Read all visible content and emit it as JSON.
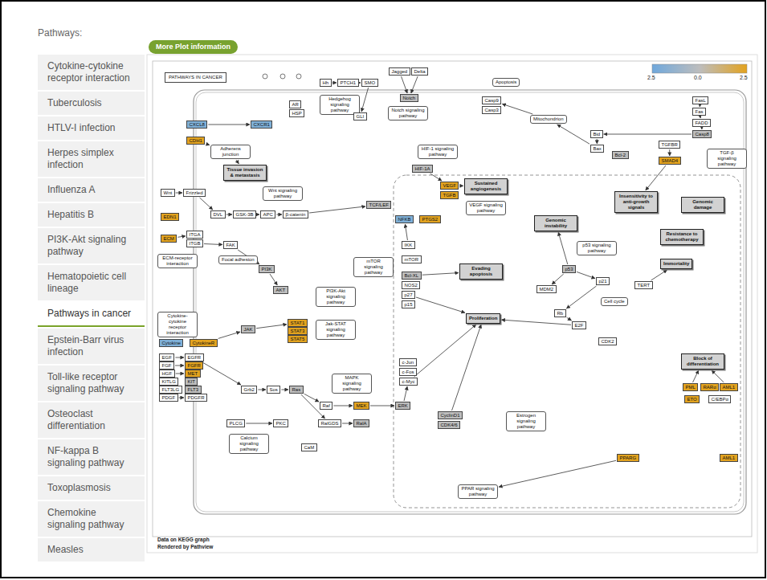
{
  "diagram": {
    "title": "Pathways:",
    "nodes": [
      {
        "text": [
          "More Plot information"
        ]
      },
      {
        "text": [
          "Cytokine-cytokine receptor interaction"
        ]
      },
      {
        "text": [
          "Tuberculosis"
        ]
      },
      {
        "text": [
          "HTLV-I infection"
        ]
      },
      {
        "text": [
          "Herpes simplex infection"
        ]
      },
      {
        "text": [
          "Influenza A"
        ]
      },
      {
        "text": [
          "Hepatitis B"
        ]
      },
      {
        "text": [
          "PI3K-Akt signaling pathway"
        ]
      },
      {
        "text": [
          "Hematopoietic cell lineage"
        ]
      },
      {
        "text": [
          "Pathways in cancer"
        ]
      },
      {
        "text": [
          "Epstein-Barr virus infection"
        ]
      },
      {
        "text": [
          "Toll-like receptor signaling pathway"
        ]
      },
      {
        "text": [
          "Osteoclast differentiation"
        ]
      },
      {
        "text": [
          "NF-kappa B signaling pathway"
        ]
      },
      {
        "text": [
          "Toxoplasmosis"
        ]
      },
      {
        "text": [
          "Chemokine signaling pathway"
        ]
      },
      {
        "text": [
          "Measles"
        ]
      },
      {
        "text": [
          "PATHWAYS IN CANCER"
        ]
      },
      {
        "text": [
          "Adherens junction"
        ]
      },
      {
        "text": [
          "Tissue invasion & metastasis"
        ]
      },
      {
        "text": [
          "Wnt signaling pathway"
        ]
      },
      {
        "text": [
          "Focal adhesion"
        ]
      },
      {
        "text": [
          "ECM-receptor interaction"
        ]
      },
      {
        "text": [
          "Cytokine-cytokine receptor interaction"
        ]
      },
      {
        "text": [
          "PI3K-Akt signaling pathway"
        ]
      },
      {
        "text": [
          "Jak-STAT signaling pathway"
        ]
      },
      {
        "text": [
          "mTOR signaling pathway"
        ]
      },
      {
        "text": [
          "MAPK signaling pathway"
        ]
      },
      {
        "text": [
          "Calcium signaling pathway"
        ]
      },
      {
        "text": [
          "Hedgehog signaling pathway"
        ]
      },
      {
        "text": [
          "Notch signaling pathway"
        ]
      },
      {
        "text": [
          "HIF-1 signaling pathway"
        ]
      },
      {
        "text": [
          "VEGF signaling pathway"
        ]
      },
      {
        "text": [
          "Sustained angiogenesis"
        ]
      },
      {
        "text": [
          "Evading apoptosis"
        ]
      },
      {
        "text": [
          "Proliferation"
        ]
      },
      {
        "text": [
          "Apoptosis"
        ]
      },
      {
        "text": [
          "Mitochondrion"
        ]
      },
      {
        "text": [
          "Genomic instability"
        ]
      },
      {
        "text": [
          "p53 signaling pathway"
        ]
      },
      {
        "text": [
          "Resistance to chemotherapy"
        ]
      },
      {
        "text": [
          "Immortality"
        ]
      },
      {
        "text": [
          "Insensitivity to anti-growth signals"
        ]
      },
      {
        "text": [
          "Genomic damage"
        ]
      },
      {
        "text": [
          "TGF-β signaling pathway"
        ]
      },
      {
        "text": [
          "Cell cycle"
        ]
      },
      {
        "text": [
          "Block of differentiation"
        ]
      },
      {
        "text": [
          "Estrogen signaling pathway"
        ]
      },
      {
        "text": [
          "PPAR signaling pathway"
        ]
      },
      {
        "text": [
          "AR"
        ]
      },
      {
        "text": [
          "HSP"
        ]
      },
      {
        "text": [
          "Hh"
        ]
      },
      {
        "text": [
          "PTCH1"
        ]
      },
      {
        "text": [
          "SMO"
        ]
      },
      {
        "text": [
          "Jagged"
        ]
      },
      {
        "text": [
          "Delta"
        ]
      },
      {
        "text": [
          "Notch"
        ]
      },
      {
        "text": [
          "GLI"
        ]
      },
      {
        "text": [
          "CXCL8"
        ]
      },
      {
        "text": [
          "CXCR1"
        ]
      },
      {
        "text": [
          "CDH1"
        ]
      },
      {
        "text": [
          "Wnt"
        ]
      },
      {
        "text": [
          "Frizzled"
        ]
      },
      {
        "text": [
          "DVL"
        ]
      },
      {
        "text": [
          "GSK-3B"
        ]
      },
      {
        "text": [
          "APC"
        ]
      },
      {
        "text": [
          "β-catenin"
        ]
      },
      {
        "text": [
          "TCF/LEF"
        ]
      },
      {
        "text": [
          "EDN1"
        ]
      },
      {
        "text": [
          "ECM"
        ]
      },
      {
        "text": [
          "ITGA"
        ]
      },
      {
        "text": [
          "ITGB"
        ]
      },
      {
        "text": [
          "FAK"
        ]
      },
      {
        "text": [
          "PI3K"
        ]
      },
      {
        "text": [
          "AKT"
        ]
      },
      {
        "text": [
          "mTOR"
        ]
      },
      {
        "text": [
          "IKK"
        ]
      },
      {
        "text": [
          "NFKB"
        ]
      },
      {
        "text": [
          "PTGS2"
        ]
      },
      {
        "text": [
          "Bcl-XL"
        ]
      },
      {
        "text": [
          "NOS2"
        ]
      },
      {
        "text": [
          "p27"
        ]
      },
      {
        "text": [
          "p15"
        ]
      },
      {
        "text": [
          "STAT1"
        ]
      },
      {
        "text": [
          "STAT3"
        ]
      },
      {
        "text": [
          "STAT5"
        ]
      },
      {
        "text": [
          "Cytokine"
        ]
      },
      {
        "text": [
          "CytokineR"
        ]
      },
      {
        "text": [
          "JAK"
        ]
      },
      {
        "text": [
          "EGF"
        ]
      },
      {
        "text": [
          "EGFR"
        ]
      },
      {
        "text": [
          "FGF"
        ]
      },
      {
        "text": [
          "FGFR"
        ]
      },
      {
        "text": [
          "HGF"
        ]
      },
      {
        "text": [
          "MET"
        ]
      },
      {
        "text": [
          "KITLG"
        ]
      },
      {
        "text": [
          "KIT"
        ]
      },
      {
        "text": [
          "FLT3LG"
        ]
      },
      {
        "text": [
          "FLT3"
        ]
      },
      {
        "text": [
          "PDGF"
        ]
      },
      {
        "text": [
          "PDGFR"
        ]
      },
      {
        "text": [
          "Grb2"
        ]
      },
      {
        "text": [
          "Sos"
        ]
      },
      {
        "text": [
          "Ras"
        ]
      },
      {
        "text": [
          "Raf"
        ]
      },
      {
        "text": [
          "MEK"
        ]
      },
      {
        "text": [
          "ERK"
        ]
      },
      {
        "text": [
          "PLCG"
        ]
      },
      {
        "text": [
          "PKC"
        ]
      },
      {
        "text": [
          "CaM"
        ]
      },
      {
        "text": [
          "RalGDS"
        ]
      },
      {
        "text": [
          "RalA"
        ]
      },
      {
        "text": [
          "c-Jun"
        ]
      },
      {
        "text": [
          "c-Fos"
        ]
      },
      {
        "text": [
          "c-Myc"
        ]
      },
      {
        "text": [
          "CyclinD1"
        ]
      },
      {
        "text": [
          "CDK4/6"
        ]
      },
      {
        "text": [
          "VEGF"
        ]
      },
      {
        "text": [
          "TGFB"
        ]
      },
      {
        "text": [
          "HIF-1A"
        ]
      },
      {
        "text": [
          "FasL"
        ]
      },
      {
        "text": [
          "Fas"
        ]
      },
      {
        "text": [
          "FADD"
        ]
      },
      {
        "text": [
          "Casp8"
        ]
      },
      {
        "text": [
          "Bid"
        ]
      },
      {
        "text": [
          "Bax"
        ]
      },
      {
        "text": [
          "Bcl-2"
        ]
      },
      {
        "text": [
          "Casp9"
        ]
      },
      {
        "text": [
          "Casp3"
        ]
      },
      {
        "text": [
          "p53"
        ]
      },
      {
        "text": [
          "MDM2"
        ]
      },
      {
        "text": [
          "p21"
        ]
      },
      {
        "text": [
          "TERT"
        ]
      },
      {
        "text": [
          "Rb"
        ]
      },
      {
        "text": [
          "E2F"
        ]
      },
      {
        "text": [
          "CDK2"
        ]
      },
      {
        "text": [
          "PML"
        ]
      },
      {
        "text": [
          "RARα"
        ]
      },
      {
        "text": [
          "AML1"
        ]
      },
      {
        "text": [
          "ETO"
        ]
      },
      {
        "text": [
          "C/EBPα"
        ]
      },
      {
        "text": [
          "AML1"
        ]
      },
      {
        "text": [
          "PPARG"
        ]
      },
      {
        "text": [
          "TGFBR"
        ]
      },
      {
        "text": [
          "SMAD4"
        ]
      }
    ],
    "edges": [
      {
        "from": 58,
        "to": 59,
        "arrow": "to"
      },
      {
        "from": 60,
        "to": 18,
        "arrow": "to"
      },
      {
        "from": 18,
        "to": 19,
        "arrow": "to"
      },
      {
        "from": 61,
        "to": 62,
        "arrow": "to"
      },
      {
        "from": 62,
        "to": 63,
        "arrow": "to"
      },
      {
        "from": 63,
        "to": 64,
        "arrow": "to"
      },
      {
        "from": 64,
        "to": 65,
        "arrow": "to"
      },
      {
        "from": 65,
        "to": 66,
        "arrow": "to"
      },
      {
        "from": 66,
        "to": 67,
        "arrow": "to"
      },
      {
        "from": 69,
        "to": 70,
        "arrow": "to"
      },
      {
        "from": 71,
        "to": 72,
        "arrow": "to"
      },
      {
        "from": 72,
        "to": 73,
        "arrow": "to"
      },
      {
        "from": 73,
        "to": 74,
        "arrow": "to"
      },
      {
        "from": 87,
        "to": 88,
        "arrow": "to"
      },
      {
        "from": 88,
        "to": 83,
        "arrow": "to"
      },
      {
        "from": 89,
        "to": 90,
        "arrow": "to"
      },
      {
        "from": 91,
        "to": 92,
        "arrow": "to"
      },
      {
        "from": 93,
        "to": 94,
        "arrow": "to"
      },
      {
        "from": 99,
        "to": 100,
        "arrow": "to"
      },
      {
        "from": 90,
        "to": 101,
        "arrow": "to"
      },
      {
        "from": 101,
        "to": 102,
        "arrow": "to"
      },
      {
        "from": 102,
        "to": 103,
        "arrow": "to"
      },
      {
        "from": 103,
        "to": 104,
        "arrow": "to"
      },
      {
        "from": 104,
        "to": 105,
        "arrow": "to"
      },
      {
        "from": 105,
        "to": 106,
        "arrow": "to"
      },
      {
        "from": 106,
        "to": 114,
        "arrow": "to"
      },
      {
        "from": 114,
        "to": 35,
        "arrow": "to"
      },
      {
        "from": 115,
        "to": 35,
        "arrow": "to"
      },
      {
        "from": 81,
        "to": 35,
        "arrow": "to"
      },
      {
        "from": 79,
        "to": 34,
        "arrow": "to"
      },
      {
        "from": 103,
        "to": 110,
        "arrow": "to"
      },
      {
        "from": 110,
        "to": 111,
        "arrow": "to"
      },
      {
        "from": 107,
        "to": 108,
        "arrow": "to"
      },
      {
        "from": 51,
        "to": 52,
        "arrow": "to"
      },
      {
        "from": 52,
        "to": 53,
        "arrow": "to"
      },
      {
        "from": 53,
        "to": 57,
        "arrow": "to"
      },
      {
        "from": 54,
        "to": 56,
        "arrow": "to"
      },
      {
        "from": 55,
        "to": 56,
        "arrow": "to"
      },
      {
        "from": 119,
        "to": 117,
        "arrow": "to"
      },
      {
        "from": 117,
        "to": 33,
        "arrow": "to"
      },
      {
        "from": 120,
        "to": 121,
        "arrow": "to"
      },
      {
        "from": 121,
        "to": 122,
        "arrow": "to"
      },
      {
        "from": 122,
        "to": 123,
        "arrow": "to"
      },
      {
        "from": 123,
        "to": 124,
        "arrow": "to"
      },
      {
        "from": 124,
        "to": 125,
        "arrow": "to"
      },
      {
        "from": 125,
        "to": 37,
        "arrow": "to"
      },
      {
        "from": 37,
        "to": 127,
        "arrow": "to"
      },
      {
        "from": 143,
        "to": 144,
        "arrow": "to"
      },
      {
        "from": 144,
        "to": 42,
        "arrow": "to"
      },
      {
        "from": 129,
        "to": 130,
        "arrow": "to"
      },
      {
        "from": 129,
        "to": 131,
        "arrow": "to"
      },
      {
        "from": 129,
        "to": 38,
        "arrow": "to"
      },
      {
        "from": 131,
        "to": 133,
        "arrow": "to"
      },
      {
        "from": 133,
        "to": 134,
        "arrow": "to"
      },
      {
        "from": 134,
        "to": 35,
        "arrow": "to"
      },
      {
        "from": 132,
        "to": 41,
        "arrow": "to"
      },
      {
        "from": 136,
        "to": 46,
        "arrow": "to"
      },
      {
        "from": 138,
        "to": 46,
        "arrow": "to"
      },
      {
        "from": 142,
        "to": 48,
        "arrow": "to"
      },
      {
        "from": 76,
        "to": 77,
        "arrow": "to"
      }
    ],
    "labels": [
      "Data on KEGG graph",
      "Rendered by Pathview",
      "2.5",
      "0.0",
      "2.5"
    ]
  }
}
